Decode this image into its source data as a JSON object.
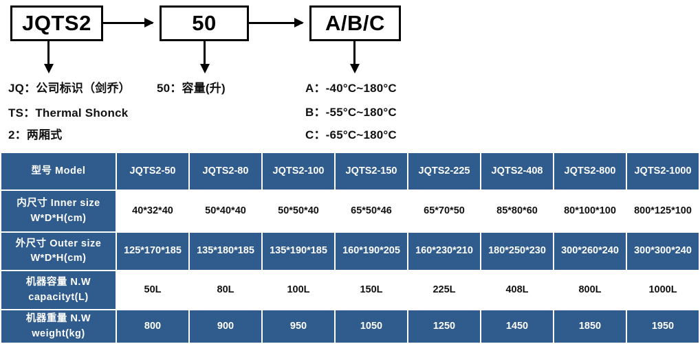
{
  "diagram": {
    "boxes": [
      {
        "name": "model-code",
        "text": "JQTS2"
      },
      {
        "name": "capacity-code",
        "text": "50"
      },
      {
        "name": "temperature-code",
        "text": "A/B/C"
      }
    ],
    "legend": {
      "jq": "JQ：公司标识（剑乔）",
      "ts": "TS：Thermal Shonck",
      "two": "2：两厢式",
      "fifty": "50：容量(升)",
      "a": "A：-40°C~180°C",
      "b": "B：-55°C~180°C",
      "c": "C：-65°C~180°C"
    }
  },
  "table": {
    "header": {
      "label": "型号 Model",
      "models": [
        "JQTS2-50",
        "JQTS2-80",
        "JQTS2-100",
        "JQTS2-150",
        "JQTS2-225",
        "JQTS2-408",
        "JQTS2-800",
        "JQTS2-1000"
      ]
    },
    "rows": [
      {
        "label_line1": "内尺寸 Inner size",
        "label_line2": "W*D*H(cm)",
        "style": "light",
        "values": [
          "40*32*40",
          "50*40*40",
          "50*50*40",
          "65*50*46",
          "65*70*50",
          "85*80*60",
          "80*100*100",
          "800*125*100"
        ]
      },
      {
        "label_line1": "外尺寸 Outer size",
        "label_line2": "W*D*H(cm)",
        "style": "blue",
        "values": [
          "125*170*185",
          "135*180*185",
          "135*190*185",
          "160*190*205",
          "160*230*210",
          "180*250*230",
          "300*260*240",
          "300*300*240"
        ]
      },
      {
        "label_line1": "机器容量 N.W",
        "label_line2": "capacityt(L)",
        "style": "light",
        "values": [
          "50L",
          "80L",
          "100L",
          "150L",
          "225L",
          "408L",
          "800L",
          "1000L"
        ]
      },
      {
        "label_line1": "机器重量 N.W",
        "label_line2": "weight(kg)",
        "style": "blue",
        "values": [
          "800",
          "900",
          "950",
          "1050",
          "1250",
          "1450",
          "1850",
          "1950"
        ]
      }
    ]
  },
  "colors": {
    "table_blue": "#2f5b8d",
    "table_text_light": "#111111",
    "diagram_line": "#000000"
  }
}
